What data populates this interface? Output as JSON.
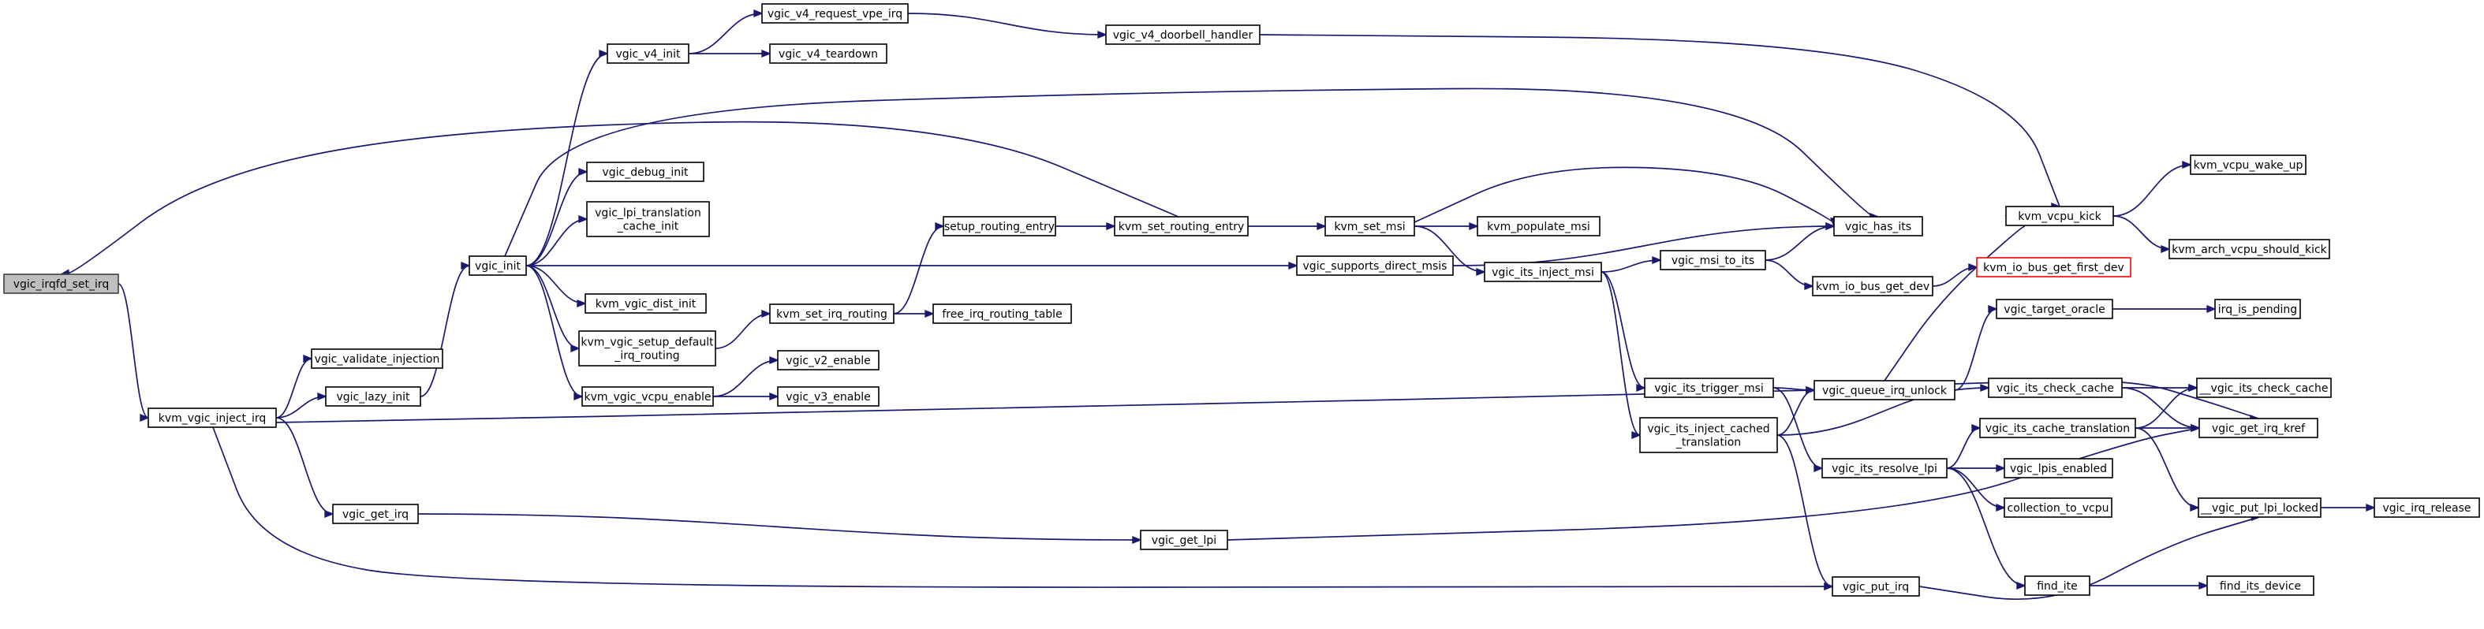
{
  "graph": {
    "nodes": [
      {
        "id": "n0",
        "lines": [
          "vgic_irqfd_set_irq"
        ],
        "style": "root"
      },
      {
        "id": "n1",
        "lines": [
          "kvm_vgic_inject_irq"
        ]
      },
      {
        "id": "n2",
        "lines": [
          "vgic_validate_injection"
        ]
      },
      {
        "id": "n3",
        "lines": [
          "vgic_lazy_init"
        ]
      },
      {
        "id": "n4",
        "lines": [
          "vgic_get_irq"
        ]
      },
      {
        "id": "n5",
        "lines": [
          "vgic_init"
        ]
      },
      {
        "id": "n6",
        "lines": [
          "vgic_v4_init"
        ]
      },
      {
        "id": "n7",
        "lines": [
          "vgic_debug_init"
        ]
      },
      {
        "id": "n8",
        "lines": [
          "vgic_lpi_translation",
          "_cache_init"
        ]
      },
      {
        "id": "n9",
        "lines": [
          "kvm_vgic_dist_init"
        ]
      },
      {
        "id": "n10",
        "lines": [
          "kvm_vgic_setup_default",
          "_irq_routing"
        ]
      },
      {
        "id": "n11",
        "lines": [
          "kvm_vgic_vcpu_enable"
        ]
      },
      {
        "id": "n12",
        "lines": [
          "vgic_v4_request_vpe_irq"
        ]
      },
      {
        "id": "n13",
        "lines": [
          "vgic_v4_teardown"
        ]
      },
      {
        "id": "n14",
        "lines": [
          "kvm_set_irq_routing"
        ]
      },
      {
        "id": "n15",
        "lines": [
          "vgic_v2_enable"
        ]
      },
      {
        "id": "n16",
        "lines": [
          "vgic_v3_enable"
        ]
      },
      {
        "id": "n17",
        "lines": [
          "setup_routing_entry"
        ]
      },
      {
        "id": "n18",
        "lines": [
          "free_irq_routing_table"
        ]
      },
      {
        "id": "n19",
        "lines": [
          "vgic_v4_doorbell_handler"
        ]
      },
      {
        "id": "n20",
        "lines": [
          "kvm_set_routing_entry"
        ]
      },
      {
        "id": "n21",
        "lines": [
          "kvm_set_msi"
        ]
      },
      {
        "id": "n22",
        "lines": [
          "vgic_supports_direct_msis"
        ]
      },
      {
        "id": "n23",
        "lines": [
          "kvm_populate_msi"
        ]
      },
      {
        "id": "n24",
        "lines": [
          "vgic_its_inject_msi"
        ]
      },
      {
        "id": "n25",
        "lines": [
          "vgic_has_its"
        ]
      },
      {
        "id": "n26",
        "lines": [
          "vgic_msi_to_its"
        ]
      },
      {
        "id": "n27",
        "lines": [
          "vgic_its_trigger_msi"
        ]
      },
      {
        "id": "n28",
        "lines": [
          "vgic_its_inject_cached",
          "_translation"
        ]
      },
      {
        "id": "n29",
        "lines": [
          "vgic_queue_irq_unlock"
        ]
      },
      {
        "id": "n30",
        "lines": [
          "kvm_io_bus_get_dev"
        ]
      },
      {
        "id": "n31",
        "lines": [
          "vgic_its_resolve_lpi"
        ]
      },
      {
        "id": "n32",
        "lines": [
          "vgic_get_lpi"
        ]
      },
      {
        "id": "n33",
        "lines": [
          "vgic_put_irq"
        ]
      },
      {
        "id": "n34",
        "lines": [
          "kvm_vcpu_kick"
        ]
      },
      {
        "id": "n35",
        "lines": [
          "kvm_io_bus_get_first_dev"
        ],
        "style": "red"
      },
      {
        "id": "n36",
        "lines": [
          "vgic_target_oracle"
        ]
      },
      {
        "id": "n37",
        "lines": [
          "vgic_its_check_cache"
        ]
      },
      {
        "id": "n38",
        "lines": [
          "vgic_its_cache_translation"
        ]
      },
      {
        "id": "n39",
        "lines": [
          "vgic_lpis_enabled"
        ]
      },
      {
        "id": "n40",
        "lines": [
          "collection_to_vcpu"
        ]
      },
      {
        "id": "n41",
        "lines": [
          "find_ite"
        ]
      },
      {
        "id": "n42",
        "lines": [
          "kvm_vcpu_wake_up"
        ]
      },
      {
        "id": "n43",
        "lines": [
          "kvm_arch_vcpu_should_kick"
        ]
      },
      {
        "id": "n44",
        "lines": [
          "irq_is_pending"
        ]
      },
      {
        "id": "n45",
        "lines": [
          "__vgic_its_check_cache"
        ]
      },
      {
        "id": "n46",
        "lines": [
          "vgic_get_irq_kref"
        ]
      },
      {
        "id": "n47",
        "lines": [
          "__vgic_put_lpi_locked"
        ]
      },
      {
        "id": "n48",
        "lines": [
          "find_its_device"
        ]
      },
      {
        "id": "n49",
        "lines": [
          "vgic_irq_release"
        ]
      }
    ],
    "edges": [
      [
        "n0",
        "n1"
      ],
      [
        "n1",
        "n2"
      ],
      [
        "n1",
        "n3"
      ],
      [
        "n1",
        "n4"
      ],
      [
        "n1",
        "n29"
      ],
      [
        "n1",
        "n33"
      ],
      [
        "n3",
        "n5"
      ],
      [
        "n4",
        "n32"
      ],
      [
        "n5",
        "n6"
      ],
      [
        "n5",
        "n7"
      ],
      [
        "n5",
        "n8"
      ],
      [
        "n5",
        "n9"
      ],
      [
        "n5",
        "n10"
      ],
      [
        "n5",
        "n11"
      ],
      [
        "n5",
        "n22"
      ],
      [
        "n5",
        "n25"
      ],
      [
        "n6",
        "n12"
      ],
      [
        "n6",
        "n13"
      ],
      [
        "n12",
        "n19"
      ],
      [
        "n19",
        "n34"
      ],
      [
        "n10",
        "n14"
      ],
      [
        "n14",
        "n17"
      ],
      [
        "n14",
        "n18"
      ],
      [
        "n17",
        "n20"
      ],
      [
        "n20",
        "n0"
      ],
      [
        "n20",
        "n21"
      ],
      [
        "n21",
        "n23"
      ],
      [
        "n21",
        "n24"
      ],
      [
        "n21",
        "n25"
      ],
      [
        "n22",
        "n25"
      ],
      [
        "n11",
        "n15"
      ],
      [
        "n11",
        "n16"
      ],
      [
        "n24",
        "n26"
      ],
      [
        "n24",
        "n27"
      ],
      [
        "n24",
        "n28"
      ],
      [
        "n26",
        "n25"
      ],
      [
        "n26",
        "n30"
      ],
      [
        "n30",
        "n35"
      ],
      [
        "n27",
        "n29"
      ],
      [
        "n27",
        "n31"
      ],
      [
        "n28",
        "n29"
      ],
      [
        "n28",
        "n33"
      ],
      [
        "n28",
        "n37"
      ],
      [
        "n29",
        "n34"
      ],
      [
        "n29",
        "n36"
      ],
      [
        "n29",
        "n46"
      ],
      [
        "n31",
        "n38"
      ],
      [
        "n31",
        "n39"
      ],
      [
        "n31",
        "n40"
      ],
      [
        "n31",
        "n41"
      ],
      [
        "n32",
        "n46"
      ],
      [
        "n33",
        "n47"
      ],
      [
        "n34",
        "n42"
      ],
      [
        "n34",
        "n43"
      ],
      [
        "n36",
        "n44"
      ],
      [
        "n37",
        "n45"
      ],
      [
        "n37",
        "n46"
      ],
      [
        "n38",
        "n45"
      ],
      [
        "n38",
        "n46"
      ],
      [
        "n38",
        "n47"
      ],
      [
        "n41",
        "n48"
      ],
      [
        "n47",
        "n49"
      ]
    ]
  }
}
